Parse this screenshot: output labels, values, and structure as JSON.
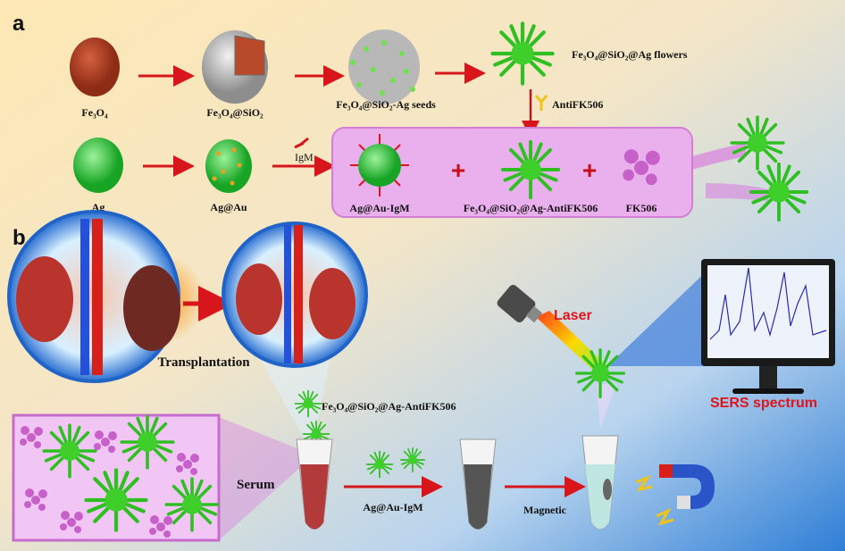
{
  "panels": {
    "a": "a",
    "b": "b"
  },
  "panel_a": {
    "row1": [
      "Fe₃O₄",
      "Fe₃O₄@SiO₂",
      "Fe₃O₄@SiO₂-Ag seeds",
      "Fe₃O₄@SiO₂@Ag flowers"
    ],
    "antibody_label": "AntiFK506",
    "row2": [
      "Ag",
      "Ag@Au"
    ],
    "igm_label": "IgM",
    "box_items": [
      "Ag@Au-IgM",
      "Fe₃O₄@SiO₂@Ag-AntiFK506",
      "FK506"
    ],
    "plus": "+"
  },
  "panel_b": {
    "transplantation": "Transplantation",
    "probe_label": "Fe₃O₄@SiO₂@Ag-AntiFK506",
    "serum": "Serum",
    "step1": "Ag@Au-IgM",
    "step2": "Magnetic",
    "laser": "Laser",
    "sers": "SERS spectrum"
  },
  "colors": {
    "accent_red": "#e0141c",
    "flower_green": "#3fcf2a",
    "box_pink": "#e9a6ea"
  }
}
